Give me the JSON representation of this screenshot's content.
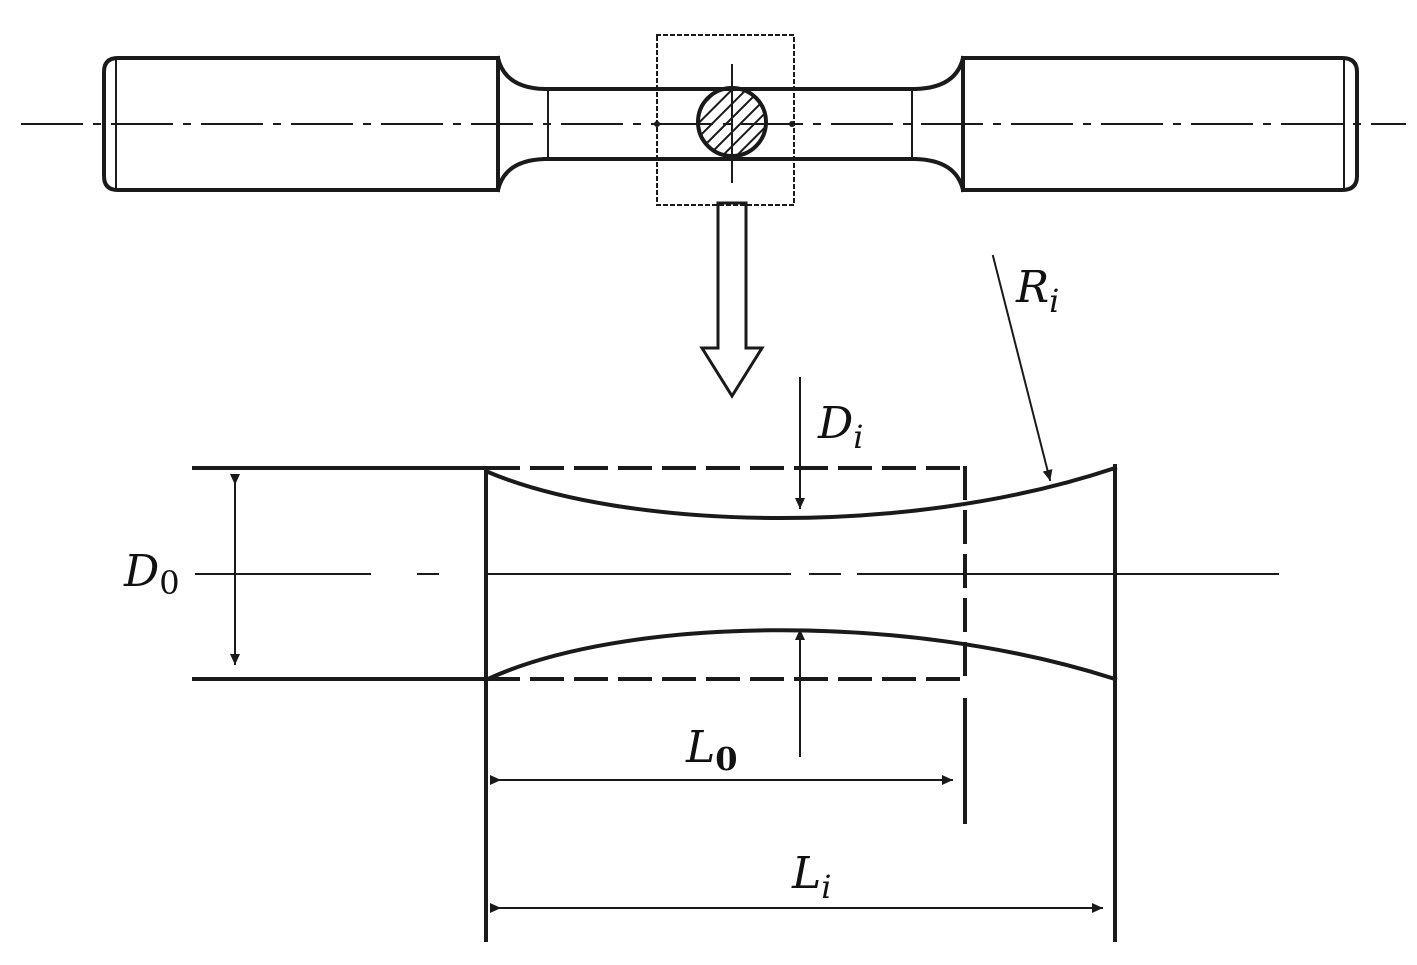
{
  "labels": {
    "radius": {
      "main": "R",
      "sub": "i"
    },
    "current_diameter": {
      "main": "D",
      "sub": "i"
    },
    "initial_diameter": {
      "main": "D",
      "sub": "0"
    },
    "initial_length": {
      "main": "L",
      "sub": "0"
    },
    "current_length": {
      "main": "L",
      "sub": "i"
    }
  },
  "colors": {
    "line": "#1a1a1a",
    "background": "#ffffff"
  }
}
